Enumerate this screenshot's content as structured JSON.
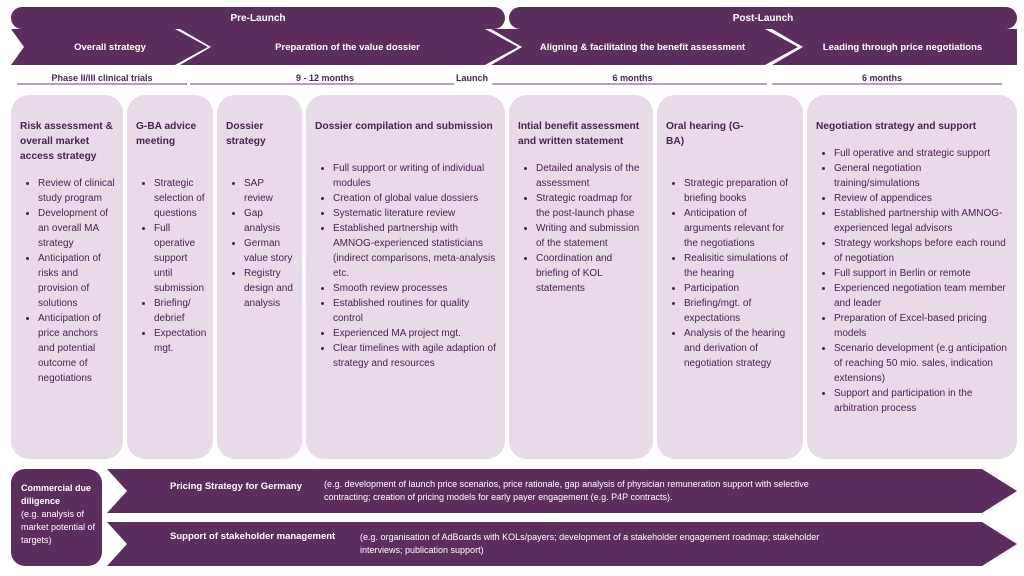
{
  "phases": {
    "pre": "Pre-Launch",
    "post": "Post-Launch"
  },
  "steps": [
    "Overall strategy",
    "Preparation of the value dossier",
    "Aligning & facilitating the benefit assessment",
    "Leading through price negotiations"
  ],
  "durations": {
    "phase_trials": "Phase II/III clinical trials",
    "prep": "9 - 12 months",
    "launch": "Launch",
    "assessment": "6 months",
    "negotiation": "6 months"
  },
  "cards": [
    {
      "title": "Risk assessment & overall market access strategy",
      "items": [
        "Review of clinical study program",
        "Development of an overall MA strategy",
        "Anticipation of risks and provision of solutions",
        "Anticipation of price anchors and potential outcome of negotiations"
      ]
    },
    {
      "title": "G-BA advice meeting",
      "items": [
        "Strategic selection of questions",
        "Full operative support until submission",
        "Briefing/ debrief",
        "Expectation mgt."
      ]
    },
    {
      "title": "Dossier strategy",
      "items": [
        "SAP review",
        "Gap analysis",
        "German value story",
        "Registry design and analysis"
      ]
    },
    {
      "title": "Dossier compilation and submission",
      "items": [
        "Full support or writing of individual modules",
        "Creation of global value dossiers",
        "Systematic literature review",
        "Established partnership with AMNOG-experienced statisticians (indirect comparisons, meta-analysis etc.",
        "Smooth review processes",
        "Established routines for quality control",
        "Experienced MA project mgt.",
        "Clear timelines with agile adaption of strategy and resources"
      ]
    },
    {
      "title": "Intial benefit assessment and written statement",
      "items": [
        "Detailed analysis of the assessment",
        "Strategic roadmap for the post-launch phase",
        "Writing and submission of the statement",
        "Coordination and briefing of KOL statements"
      ]
    },
    {
      "title": "Oral hearing (G-BA)",
      "items": [
        "Strategic preparation of briefing books",
        "Anticipation of arguments relevant for the negotiations",
        "Realisitic simulations of the hearing",
        "Participation",
        "Briefing/mgt. of expectations",
        "Analysis of the hearing and derivation of negotiation strategy"
      ]
    },
    {
      "title": "Negotiation strategy and support",
      "items": [
        "Full operative and strategic support",
        "General negotiation training/simulations",
        "Review of appendices",
        "Established partnership with AMNOG-experienced legal advisors",
        "Strategy workshops before each round of negotiation",
        "Full support in Berlin or remote",
        "Experienced negotiation team member and leader",
        "Preparation of Excel-based pricing models",
        "Scenario development (e.g anticipation of reaching 50 mio. sales, indication extensions)",
        "Support and participation in the arbitration process"
      ]
    }
  ],
  "cdd": {
    "title": "Commercial due diligence",
    "subtitle": "(e.g. analysis of market potential of targets)"
  },
  "bands": [
    {
      "label": "Pricing Strategy for Germany",
      "text": "(e.g. development of launch price scenarios, price rationale, gap analysis of physician remuneration support with selective contracting; creation of pricing models for early payer engagement (e.g. P4P contracts)."
    },
    {
      "label": "Support of stakeholder management",
      "text": "(e.g. organisation of AdBoards with KOLs/payers; development of a stakeholder engagement roadmap; stakeholder interviews; publication support)"
    }
  ],
  "colors": {
    "dark": "#5b2e5e",
    "card": "#e7dbe8",
    "text": "#4a2350",
    "line": "#b69fb8"
  }
}
